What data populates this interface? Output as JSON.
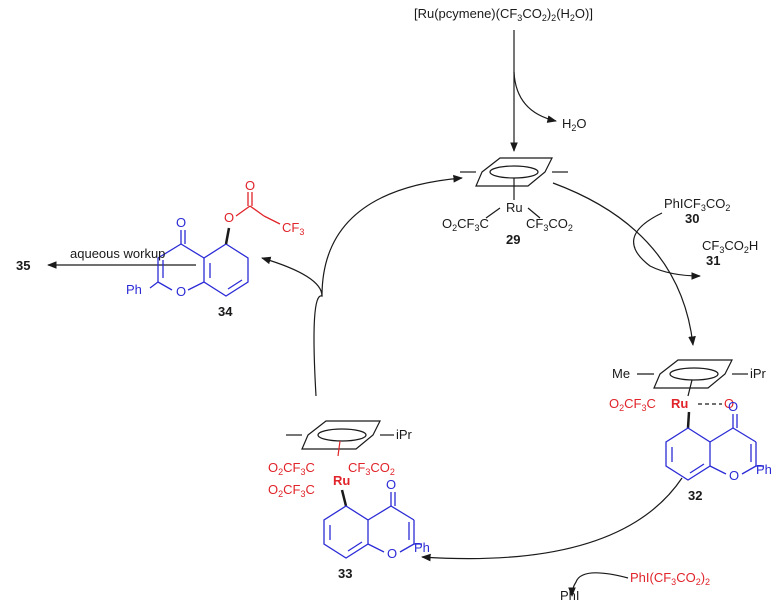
{
  "top_reagent": {
    "prefix": "[Ru(pcymene)(CF",
    "sub1": "3",
    "mid": "CO",
    "sub2": "2",
    "suffix1": ")",
    "sub3": "2",
    "suffix2": "(H",
    "sub4": "2",
    "suffix3": "O)]"
  },
  "water": {
    "h": "H",
    "sub": "2",
    "o": "O"
  },
  "c29": {
    "left_o": "O",
    "left_sub2": "2",
    "left_cf": "CF",
    "left_sub3": "3",
    "left_c": "C",
    "ru": "Ru",
    "right_cf": "CF",
    "right_sub3": "3",
    "right_co": "CO",
    "right_sub2": "2",
    "num": "29"
  },
  "r30": {
    "text": "PhICF",
    "sub3": "3",
    "co": "CO",
    "sub2": "2",
    "num": "30"
  },
  "p31": {
    "cf": "CF",
    "sub3": "3",
    "co": "CO",
    "sub2": "2",
    "h": "H",
    "num": "31"
  },
  "c32": {
    "me": "Me",
    "ipr": "iPr",
    "o2": "O",
    "sub2": "2",
    "cf": "CF",
    "sub3": "3",
    "c": "C",
    "ru": "Ru",
    "dash_o": "O",
    "keto_o": "O",
    "ring_o": "O",
    "ph": "Ph",
    "num": "32"
  },
  "piii": {
    "text": "PhI(CF",
    "sub3": "3",
    "co": "CO",
    "sub2": "2",
    "close": ")",
    "sub_close": "2"
  },
  "phi": {
    "text": "PhI"
  },
  "c33": {
    "ipr": "iPr",
    "l1_o": "O",
    "l1_sub2": "2",
    "l1_cf": "CF",
    "l1_sub3": "3",
    "l1_c": "C",
    "r1_cf": "CF",
    "r1_sub3": "3",
    "r1_co": "CO",
    "r1_sub2": "2",
    "l2_o": "O",
    "l2_sub2": "2",
    "l2_cf": "CF",
    "l2_sub3": "3",
    "l2_c": "C",
    "ru": "Ru",
    "keto_o": "O",
    "ring_o": "O",
    "ph": "Ph",
    "num": "33"
  },
  "c34": {
    "ester_o": "O",
    "carbonyl_o": "O",
    "cf": "CF",
    "sub3": "3",
    "keto_o": "O",
    "ring_o": "O",
    "ph": "Ph",
    "num": "34"
  },
  "workup": {
    "label": "aqueous workup",
    "product": "35"
  },
  "colors": {
    "ligand_red": "#e0242a",
    "chromone_blue": "#2b2bd6",
    "arrow_black": "#1a1a1a"
  }
}
